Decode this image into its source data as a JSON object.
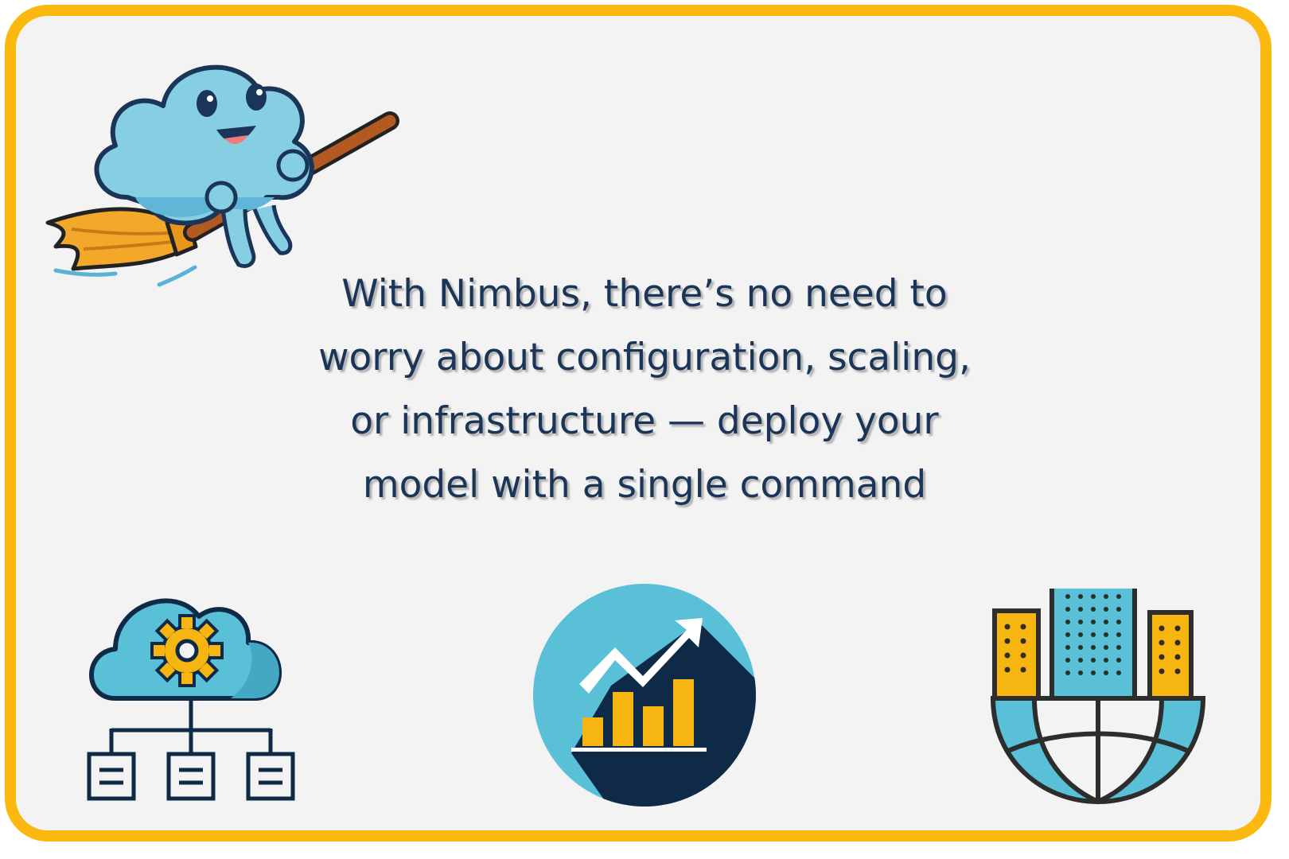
{
  "headline": {
    "lines": [
      "With Nimbus, there’s no need to",
      "worry about configuration, scaling,",
      "or infrastructure —  deploy your",
      "model with a single command"
    ]
  },
  "icons": {
    "mascot": "cloud-on-broom-mascot",
    "cloud_network": "cloud-gear-network-icon",
    "growth": "growth-chart-icon",
    "city": "city-globe-icon"
  },
  "colors": {
    "frame": "#FBB80F",
    "background": "#F3F3F3",
    "text": "#1B3558",
    "cloud_blue": "#59C0D8",
    "navy": "#0E2A47",
    "accent_yellow": "#F7B512"
  }
}
